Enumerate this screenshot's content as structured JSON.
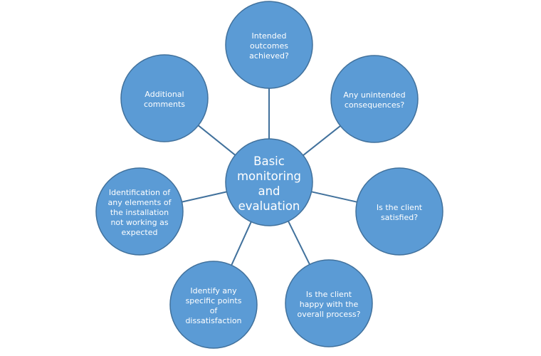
{
  "center": {
    "lines": [
      "Basic",
      "monitoring",
      "and",
      "evaluation"
    ]
  },
  "nodes": [
    {
      "id": "intended-outcomes",
      "lines": [
        "Intended",
        "outcomes",
        "achieved?"
      ]
    },
    {
      "id": "unintended-consequences",
      "lines": [
        "Any unintended",
        "consequences?"
      ]
    },
    {
      "id": "client-satisfied",
      "lines": [
        "Is the client",
        "satisfied?"
      ]
    },
    {
      "id": "client-happy-process",
      "lines": [
        "Is the client",
        "happy with the",
        "overall process?"
      ]
    },
    {
      "id": "points-of-dissatisfaction",
      "lines": [
        "Identify any",
        "specific points",
        "of",
        "dissatisfaction"
      ]
    },
    {
      "id": "elements-not-working",
      "lines": [
        "Identification of",
        "any elements of",
        "the installation",
        "not working as",
        "expected"
      ]
    },
    {
      "id": "additional-comments",
      "lines": [
        "Additional",
        "comments"
      ]
    }
  ],
  "colors": {
    "fill": "#5b9bd5",
    "stroke": "#41719c"
  }
}
